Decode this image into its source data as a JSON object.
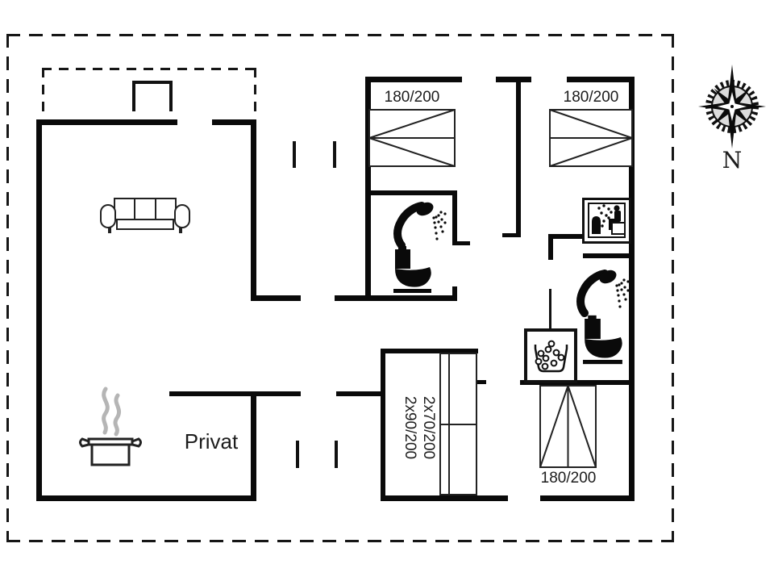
{
  "compass": {
    "north_label": "N"
  },
  "rooms": {
    "privat_label": "Privat"
  },
  "beds": [
    {
      "name": "double-bed-top-left",
      "label": "180/200"
    },
    {
      "name": "double-bed-top-right",
      "label": "180/200"
    },
    {
      "name": "double-bed-bottom-right",
      "label": "180/200"
    }
  ],
  "bunk_beds": {
    "line1": "2x70/200",
    "line2": "2x90/200"
  },
  "icons": [
    "sofa-icon",
    "stove-pot-icon",
    "shower-icon",
    "toilet-icon",
    "sauna-icon",
    "washbasin-icon",
    "double-bed-icon",
    "compass-rose-icon"
  ],
  "colors": {
    "wall": "#0a0a0a",
    "steam": "#b5b5b5",
    "background": "#ffffff",
    "text": "#1c1c1c"
  }
}
